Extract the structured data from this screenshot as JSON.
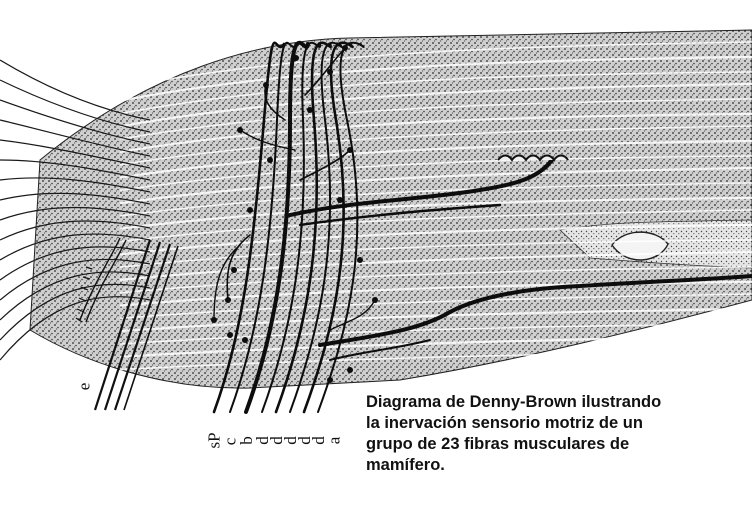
{
  "figure": {
    "caption_lines": [
      "Diagrama de Denny-Brown ilustrando",
      "la inervación sensorio motriz de un",
      "grupo de 23 fibras musculares de",
      "mamífero."
    ],
    "nerve_labels": [
      "e",
      "sP",
      "c",
      "b",
      "d",
      "d",
      "d",
      "d",
      "d",
      "a"
    ],
    "ink_color": "#111111",
    "paper_color": "#ffffff"
  }
}
